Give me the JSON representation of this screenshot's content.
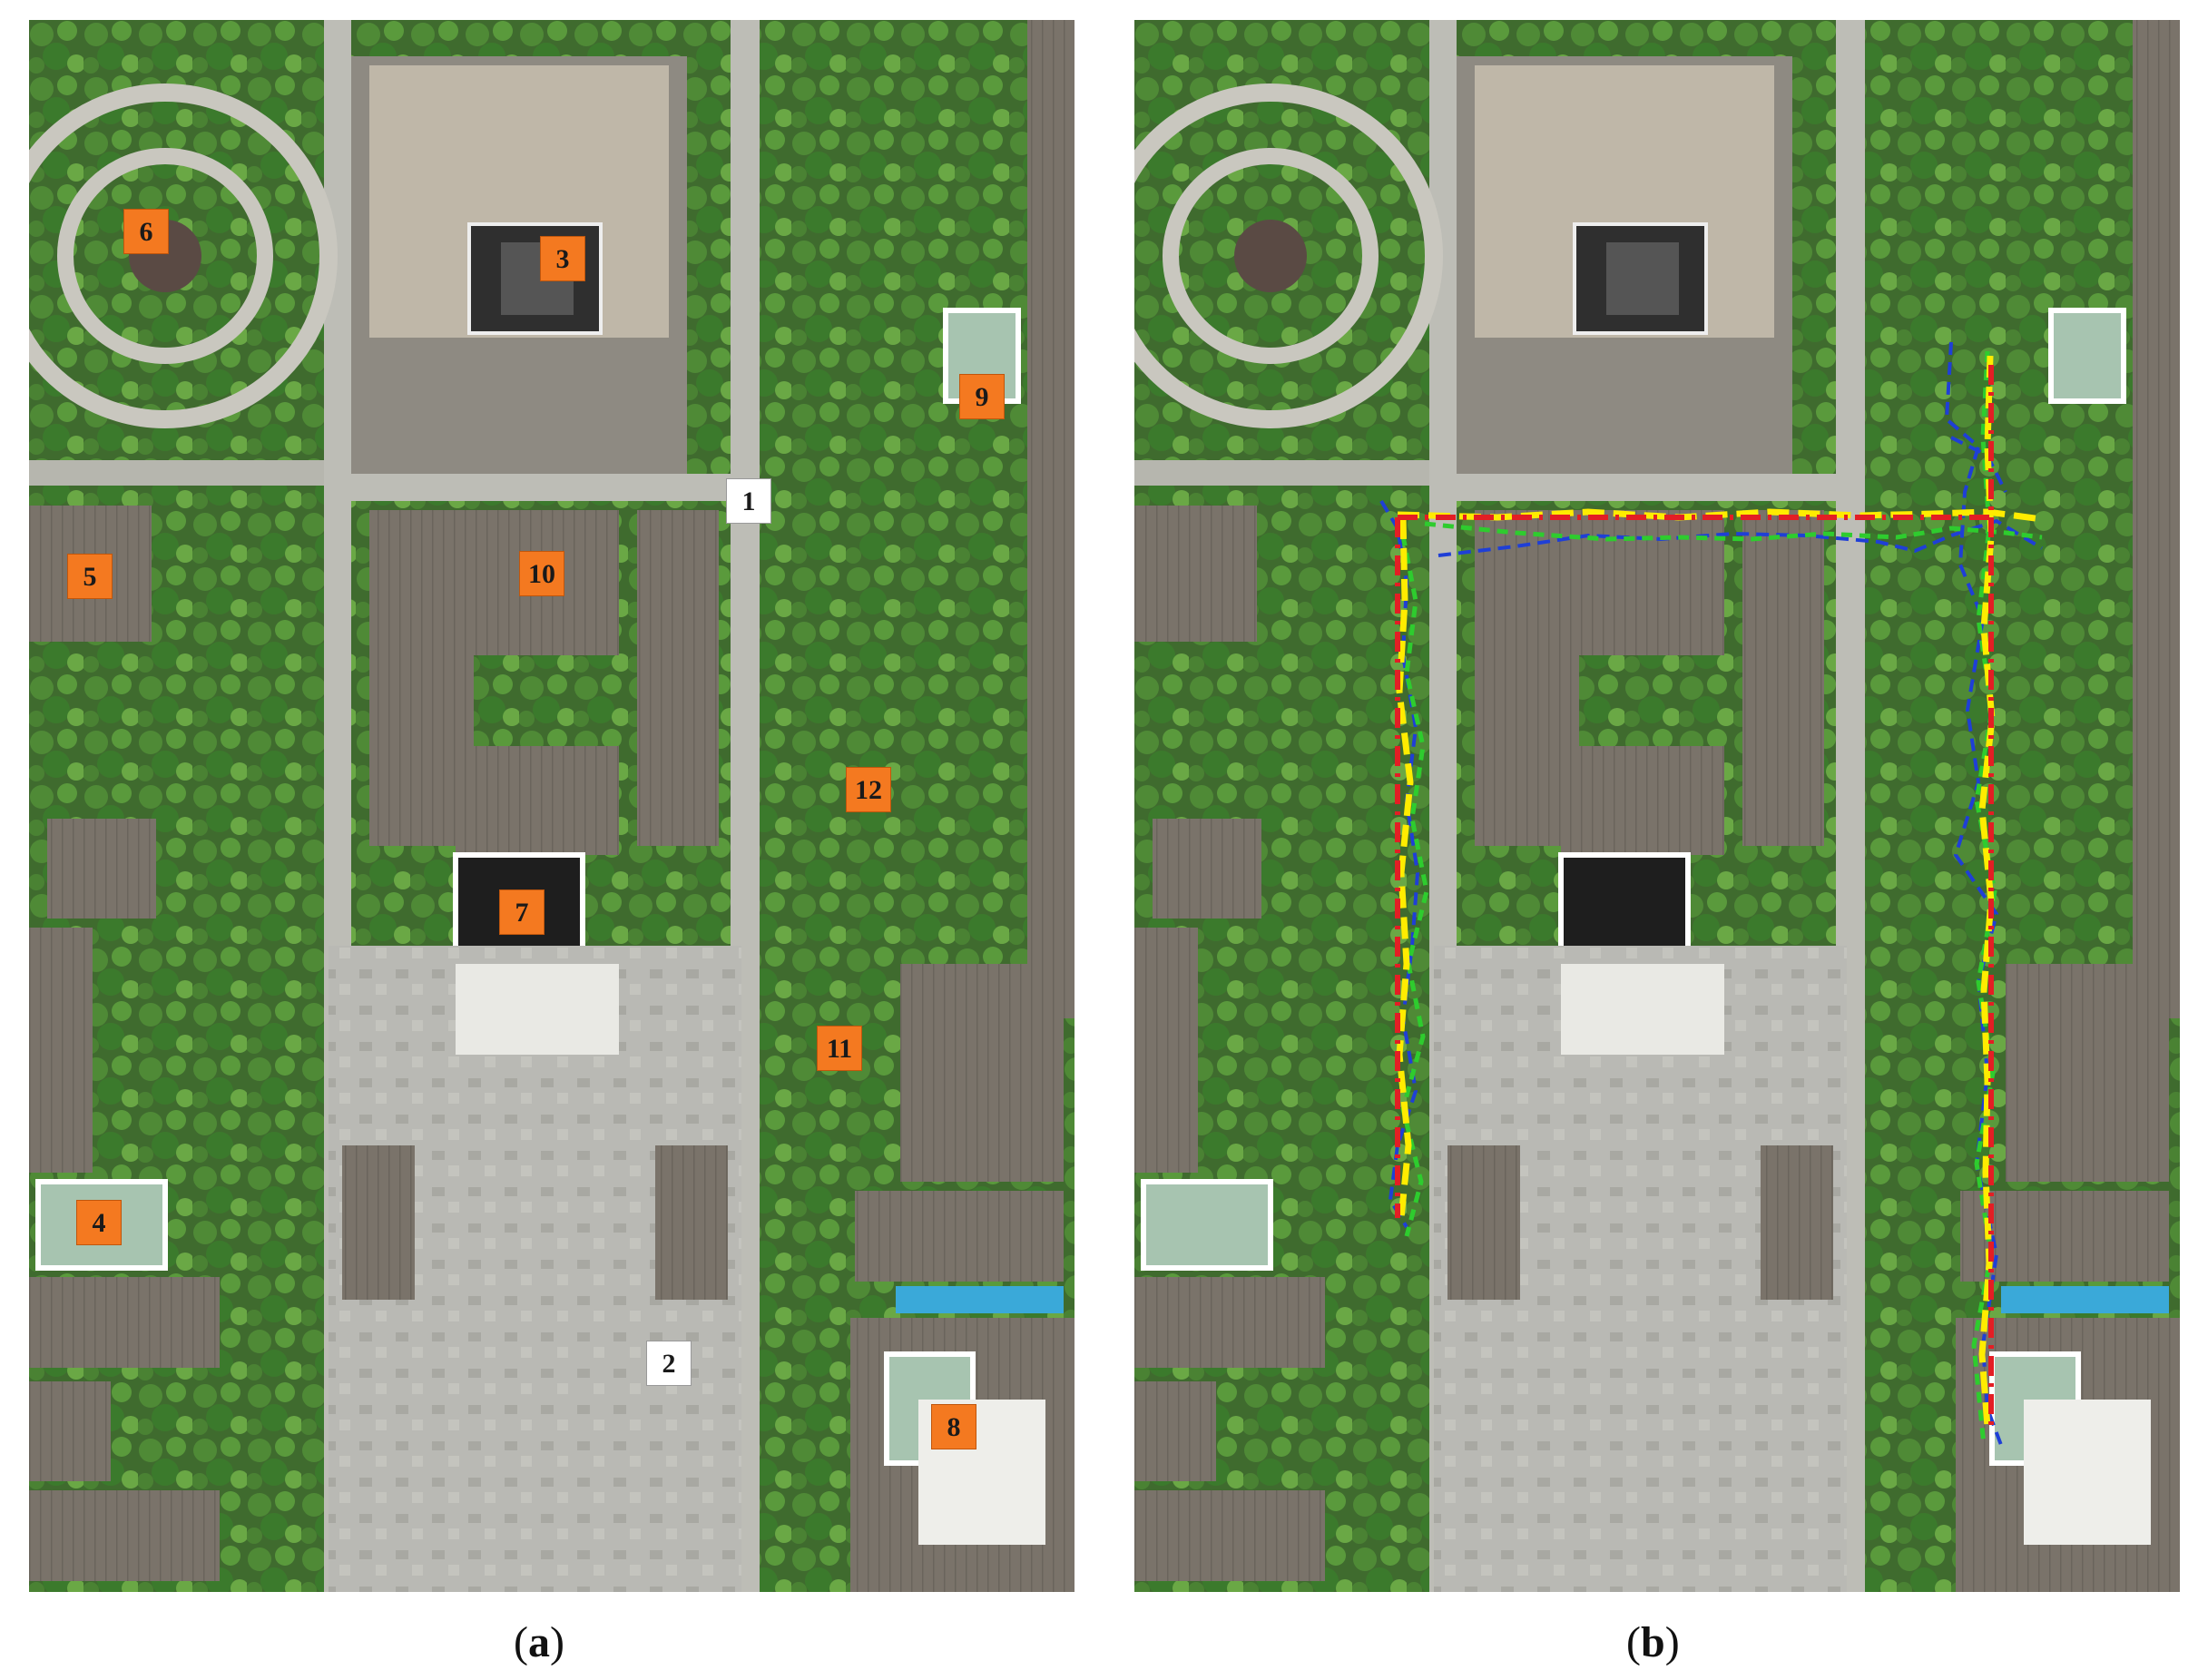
{
  "panels": [
    {
      "id": "a",
      "caption_prefix": "(",
      "caption_letter": "a",
      "caption_suffix": ")",
      "labels": [
        "1",
        "2",
        "3",
        "4",
        "5",
        "6",
        "7",
        "8",
        "9",
        "10",
        "11",
        "12"
      ]
    },
    {
      "id": "b",
      "caption_prefix": "(",
      "caption_letter": "b",
      "caption_suffix": ")"
    }
  ],
  "colors": {
    "label_fill": "#f47920",
    "label_start_end_fill": "#ffffff",
    "trajectory_red": "#e31e24",
    "trajectory_yellow": "#ffec00",
    "trajectory_green": "#2ecc2e",
    "trajectory_blue": "#1f3fd6"
  }
}
